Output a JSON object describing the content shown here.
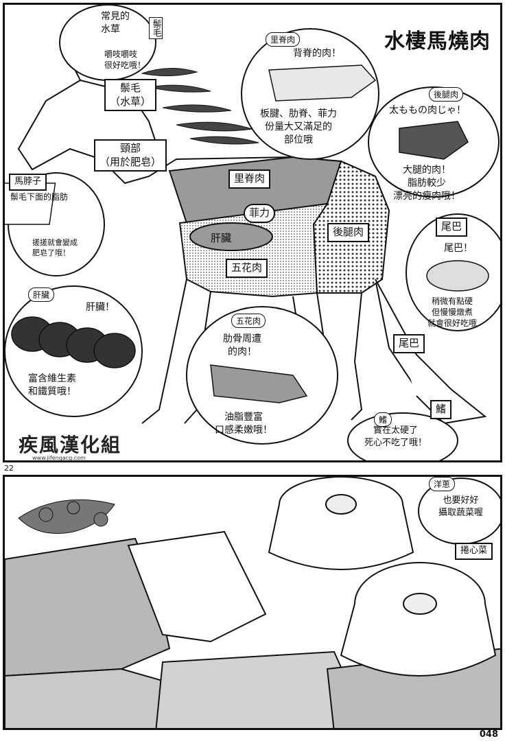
{
  "title": "水棲馬燒肉",
  "labels": {
    "mane": [
      "鬃毛",
      "（水草）"
    ],
    "neck": [
      "頸部",
      "（用於肥皂）"
    ],
    "loin": "里脊肉",
    "tenderloin": "菲力",
    "liver": "肝臟",
    "belly": "五花肉",
    "hind": "後腿肉",
    "tail": "尾巴",
    "fin": "鰭"
  },
  "bubbles": {
    "mane": {
      "tag": "鬃毛",
      "lines": [
        "常見的",
        "水草",
        "嚼吱嚼吱",
        "很好吃哦！"
      ]
    },
    "loin": {
      "tag": "里脊肉",
      "lines": [
        "背脊的肉！",
        "板腱、肋脊、菲力",
        "份量大又滿足的",
        "部位哦"
      ]
    },
    "hind": {
      "tag": "後腿肉",
      "lines": [
        "太ももの肉じゃ！",
        "大腿的肉！",
        "脂肪較少",
        "漂亮的瘦肉哦！"
      ]
    },
    "neck_fat": {
      "tag": "馬脖子",
      "lines": [
        "鬃毛下面的脂肪",
        "搓搓就會變成",
        "肥皂了哦！"
      ]
    },
    "tail": {
      "tag": "尾巴",
      "lines": [
        "尾巴！",
        "稍微有點硬",
        "但慢慢燉煮",
        "就會很好吃哦"
      ]
    },
    "liver": {
      "tag": "肝臟",
      "lines": [
        "肝臟！",
        "富含維生素",
        "和鐵質哦！"
      ]
    },
    "belly": {
      "tag": "五花肉",
      "lines": [
        "肋骨周遭",
        "的肉！",
        "油脂豐富",
        "口感柔嫩哦！"
      ]
    },
    "fin": {
      "tag": "鰭",
      "lines": [
        "實在太硬了",
        "死心不吃了哦！"
      ]
    },
    "onion": {
      "tag": "洋蔥",
      "lines": [
        "也要好好",
        "攝取蔬菜喔"
      ]
    },
    "cabbage": {
      "tag": "捲心菜"
    }
  },
  "scanlator": {
    "logo": "疾風漢化組",
    "site": "www.jifengacg.com"
  },
  "panel_number": "22",
  "folio": "048",
  "colors": {
    "ink": "#111111",
    "gray_tone": "#9a9a9a",
    "dot_tone": "#cfcfcf"
  }
}
